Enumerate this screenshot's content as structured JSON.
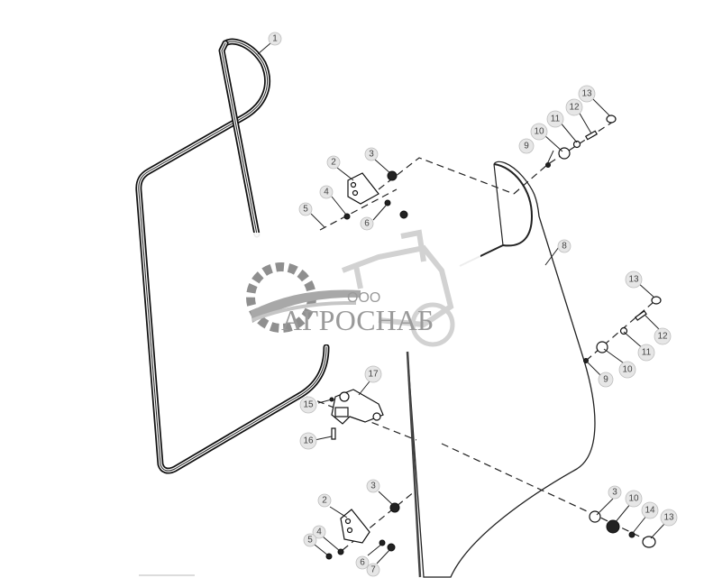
{
  "diagram": {
    "type": "exploded-parts-diagram",
    "subject": "cab door glass, seal and hinges",
    "parts": [
      {
        "id": "1",
        "label": "1",
        "name": "door-seal"
      },
      {
        "id": "2",
        "label": "2",
        "name": "hinge-bracket"
      },
      {
        "id": "3",
        "label": "3",
        "name": "washer-nut"
      },
      {
        "id": "4",
        "label": "4",
        "name": "washer"
      },
      {
        "id": "5",
        "label": "5",
        "name": "screw"
      },
      {
        "id": "6",
        "label": "6",
        "name": "washer"
      },
      {
        "id": "7",
        "label": "7",
        "name": "nut"
      },
      {
        "id": "8",
        "label": "8",
        "name": "door-glass"
      },
      {
        "id": "9",
        "label": "9",
        "name": "pin"
      },
      {
        "id": "10",
        "label": "10",
        "name": "bushing"
      },
      {
        "id": "11",
        "label": "11",
        "name": "washer"
      },
      {
        "id": "12",
        "label": "12",
        "name": "bolt"
      },
      {
        "id": "13",
        "label": "13",
        "name": "cap"
      },
      {
        "id": "14",
        "label": "14",
        "name": "nut"
      },
      {
        "id": "15",
        "label": "15",
        "name": "screw"
      },
      {
        "id": "16",
        "label": "16",
        "name": "bolt"
      },
      {
        "id": "17",
        "label": "17",
        "name": "latch"
      }
    ],
    "callouts": {
      "c1": "1",
      "c2_top": "2",
      "c3_top": "3",
      "c4_top": "4",
      "c5_top": "5",
      "c6_top": "6",
      "c9_top": "9",
      "c10_top": "10",
      "c11_top": "11",
      "c12_top": "12",
      "c13_top": "13",
      "c8": "8",
      "c13_mid": "13",
      "c12_mid": "12",
      "c11_mid": "11",
      "c10_mid": "10",
      "c9_mid": "9",
      "c15": "15",
      "c16": "16",
      "c17": "17",
      "c2_bot": "2",
      "c3_bot": "3",
      "c4_bot": "4",
      "c5_bot": "5",
      "c6_bot": "6",
      "c7_bot": "7",
      "c3_br": "3",
      "c10_br": "10",
      "c14_br": "14",
      "c13_br": "13"
    }
  },
  "watermark": {
    "prefix": "ООО",
    "brand": "АГРОСНАБ",
    "color": "#9a9a9a"
  }
}
